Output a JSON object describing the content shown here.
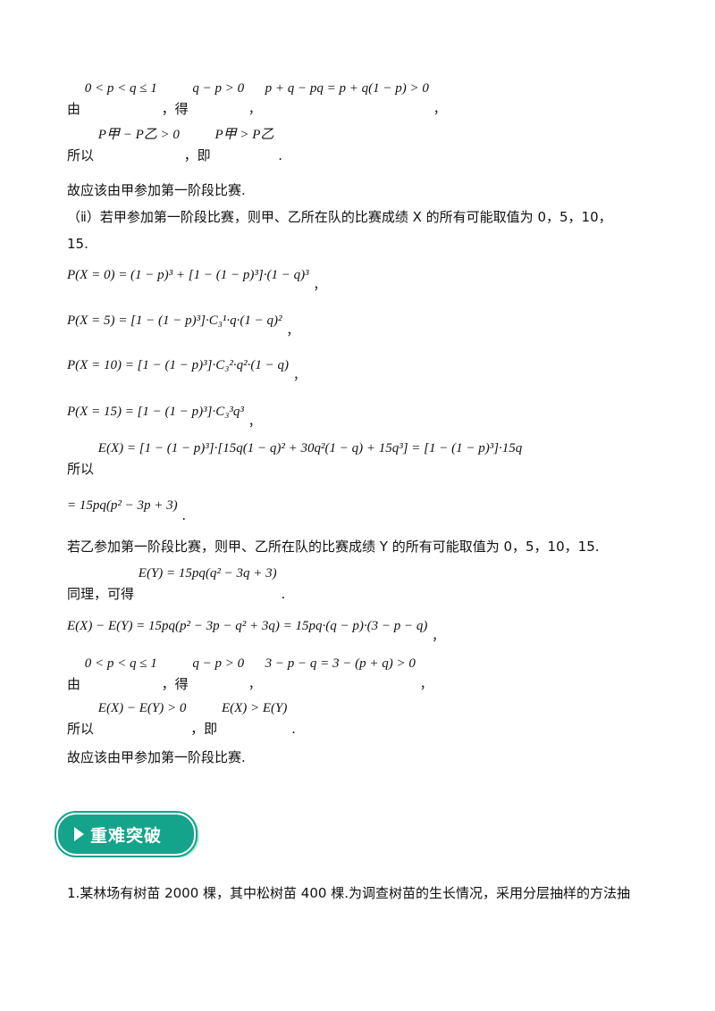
{
  "lines": {
    "l1": {
      "prefix": "由",
      "m1": "0 < p < q ≤ 1",
      "t1": "，得",
      "m2": "q − p > 0",
      "t2": "，",
      "m3": "p + q − pq = p + q(1 − p) > 0",
      "t3": "，"
    },
    "l2": {
      "prefix": "所以",
      "m1": "P甲 − P乙 > 0",
      "t1": "，即",
      "m2": "P甲 > P乙",
      "t2": "."
    },
    "l3": {
      "text": "故应该由甲参加第一阶段比赛."
    },
    "l4": {
      "text": "（ⅱ）若甲参加第一阶段比赛，则甲、乙所在队的比赛成绩 X 的所有可能取值为 0，5，10，"
    },
    "l5": {
      "text": "15."
    },
    "l6": {
      "m": "P(X = 0) = (1 − p)³ + [1 − (1 − p)³]·(1 − q)³",
      "t": "，"
    },
    "l7": {
      "m": "P(X = 5) = [1 − (1 − p)³]·C₃¹·q·(1 − q)²",
      "t": "，"
    },
    "l8": {
      "m": "P(X = 10) = [1 − (1 − p)³]·C₃²·q²·(1 − q)",
      "t": "，"
    },
    "l9": {
      "m": "P(X = 15) = [1 − (1 − p)³]·C₃³q³",
      "t": "，"
    },
    "l10": {
      "prefix": "所以",
      "m": "E(X) = [1 − (1 − p)³]·[15q(1 − q)² + 30q²(1 − q) + 15q³] = [1 − (1 − p)³]·15q"
    },
    "l11": {
      "m": "= 15pq(p² − 3p + 3)",
      "t": "."
    },
    "l12": {
      "text": "若乙参加第一阶段比赛，则甲、乙所在队的比赛成绩 Y 的所有可能取值为 0，5，10，15."
    },
    "l13": {
      "prefix": "同理，可得",
      "m": "E(Y) = 15pq(q² − 3q + 3)",
      "t": "."
    },
    "l14": {
      "m": "E(X) − E(Y) = 15pq(p² − 3p − q² + 3q) = 15pq·(q − p)·(3 − p − q)",
      "t": "，"
    },
    "l15": {
      "prefix": "由",
      "m1": "0 < p < q ≤ 1",
      "t1": "，得",
      "m2": "q − p > 0",
      "t2": "，",
      "m3": "3 − p − q = 3 − (p + q) > 0",
      "t3": "，"
    },
    "l16": {
      "prefix": "所以",
      "m1": "E(X) − E(Y) > 0",
      "t1": "，即",
      "m2": "E(X) > E(Y)",
      "t2": "."
    },
    "l17": {
      "text": "故应该由甲参加第一阶段比赛."
    }
  },
  "section": {
    "label": "重难突破",
    "icon": "play-triangle-icon",
    "color": "#14a38b"
  },
  "problem1": {
    "text": "1.某林场有树苗 2000 棵，其中松树苗 400 棵.为调查树苗的生长情况，采用分层抽样的方法抽"
  }
}
